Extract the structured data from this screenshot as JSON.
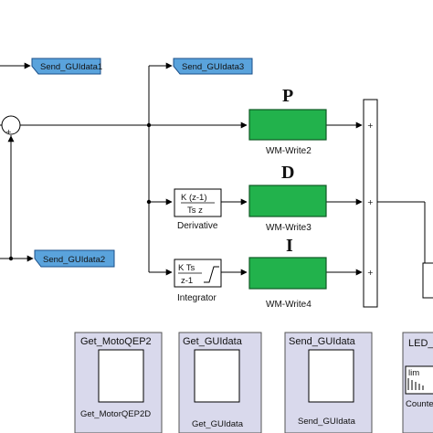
{
  "goto_tags": {
    "tag1": "Send_GUIdata1",
    "tag2": "Send_GUIdata2",
    "tag3": "Send_GUIdata3"
  },
  "gain_letters": {
    "p": "P",
    "d": "D",
    "i": "I"
  },
  "gain_blocks": {
    "p": "WM-Write2",
    "d": "WM-Write3",
    "i": "WM-Write4"
  },
  "derivative": {
    "numerator": "K (z-1)",
    "denominator": "Ts z",
    "name": "Derivative"
  },
  "integrator": {
    "numerator": "K Ts",
    "denominator": "z-1",
    "name": "Integrator"
  },
  "sum_signs": {
    "main": "+",
    "plus1": "+",
    "plus2": "+",
    "plus3": "+"
  },
  "subsystems": [
    {
      "title": "Get_MotoQEP2",
      "name": "Get_MotorQEP2D"
    },
    {
      "title": "Get_GUIdata",
      "name": "Get_GUIdata"
    },
    {
      "title": "Send_GUIdata",
      "name": "Send_GUIdata"
    },
    {
      "title": "LED_",
      "name": "Counte",
      "inner": "lim"
    }
  ],
  "colors": {
    "gain_fill": "#22b24c",
    "tag_fill": "#5aa3dc",
    "subsystem_fill": "#d9d9ec",
    "line": "#000000"
  }
}
